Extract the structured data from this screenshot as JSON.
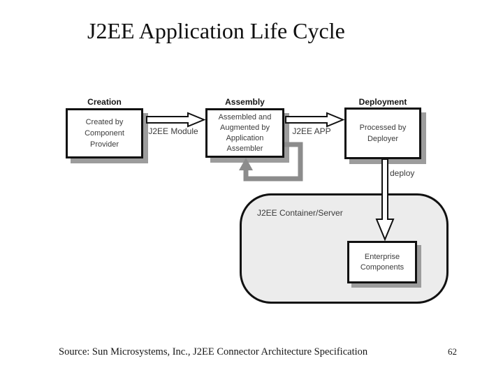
{
  "slide": {
    "title": "J2EE Application Life Cycle",
    "footer_source": "Source: Sun Microsystems, Inc., J2EE Connector Architecture Specification",
    "page_number": "62"
  },
  "diagram": {
    "stages": [
      {
        "label": "Creation",
        "box_text": "Created by\nComponent\nProvider"
      },
      {
        "label": "Assembly",
        "box_text": "Assembled and\nAugmented by\nApplication\nAssembler"
      },
      {
        "label": "Deployment",
        "box_text": "Processed by\nDeployer"
      }
    ],
    "arrow_labels": {
      "creation_to_assembly": "J2EE Module",
      "assembly_to_deployment": "J2EE APP",
      "deployment_to_container": "deploy"
    },
    "container": {
      "label": "J2EE Container/Server",
      "inner_box_text": "Enterprise\nComponents"
    },
    "colors": {
      "box_border": "#111111",
      "box_shadow": "#9c9c9c",
      "feedback_loop": "#8c8c8c",
      "container_fill": "#ececec",
      "background": "#ffffff"
    }
  }
}
